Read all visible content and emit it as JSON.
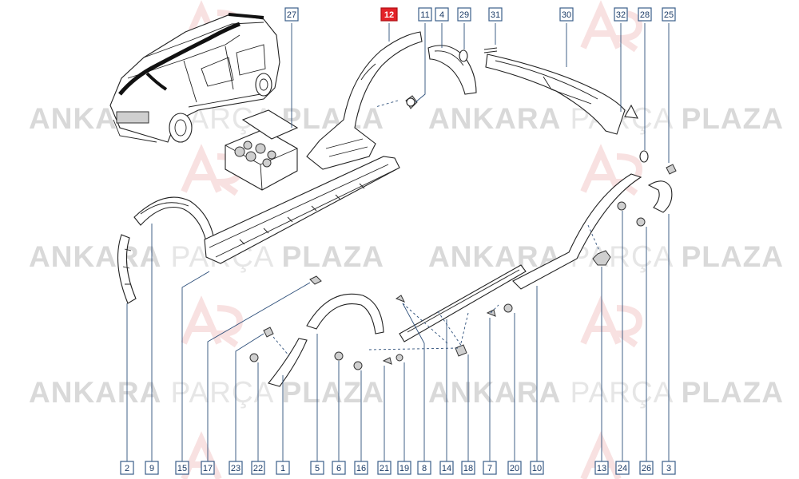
{
  "watermark": {
    "word1": "ANKARA",
    "word2": "PARÇA",
    "word3": "PLAZA",
    "logo_color": "#f3c9c9"
  },
  "highlight_color": "#e32127",
  "callouts_top": [
    {
      "label": "27"
    },
    {
      "label": "12",
      "highlighted": true
    },
    {
      "label": "11"
    },
    {
      "label": "4"
    },
    {
      "label": "29"
    },
    {
      "label": "31"
    },
    {
      "label": "30"
    },
    {
      "label": "32"
    },
    {
      "label": "28"
    },
    {
      "label": "25"
    }
  ],
  "callouts_bottom": [
    {
      "label": "2"
    },
    {
      "label": "9"
    },
    {
      "label": "15"
    },
    {
      "label": "17"
    },
    {
      "label": "23"
    },
    {
      "label": "22"
    },
    {
      "label": "1"
    },
    {
      "label": "5"
    },
    {
      "label": "6"
    },
    {
      "label": "16"
    },
    {
      "label": "21"
    },
    {
      "label": "19"
    },
    {
      "label": "8"
    },
    {
      "label": "14"
    },
    {
      "label": "18"
    },
    {
      "label": "7"
    },
    {
      "label": "20"
    },
    {
      "label": "10"
    },
    {
      "label": "13"
    },
    {
      "label": "24"
    },
    {
      "label": "26"
    },
    {
      "label": "3"
    }
  ]
}
